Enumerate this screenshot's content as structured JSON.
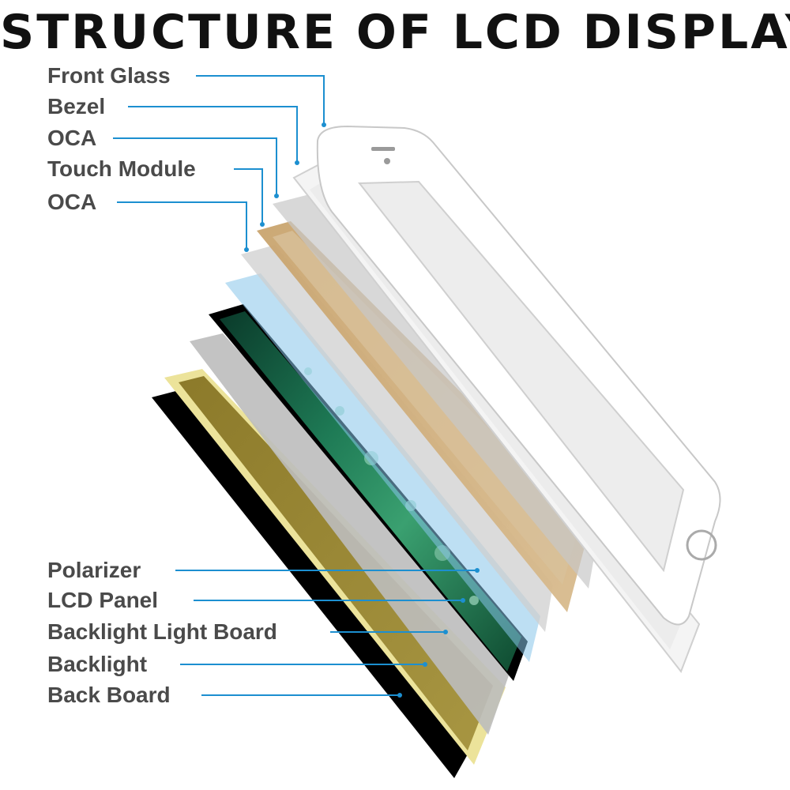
{
  "title": "STRUCTURE OF LCD DISPLAY",
  "colors": {
    "leader_line": "#1c8fd0",
    "label_text": "#4a4a4a",
    "front_glass": "#ffffff",
    "bezel": "#f4f4f4",
    "oca": "#c8c8c8",
    "touch_module": "#c8a470",
    "polarizer": "#86c4ea",
    "lcd_panel": "#1e6a4a",
    "backlight_light_board": "#bcbcbc",
    "backlight": "#ece39a",
    "back_board": "#000000"
  },
  "labels": {
    "front_glass": "Front Glass",
    "bezel": "Bezel",
    "oca_top": "OCA",
    "touch_module": "Touch Module",
    "oca_bottom": "OCA",
    "polarizer": "Polarizer",
    "lcd_panel": "LCD Panel",
    "backlight_light_board": "Backlight Light Board",
    "backlight": "Backlight",
    "back_board": "Back Board"
  }
}
